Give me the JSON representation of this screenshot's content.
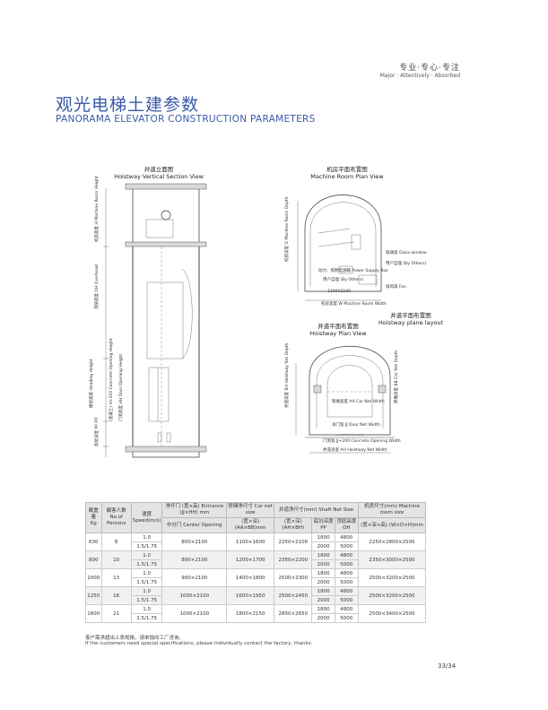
{
  "header": {
    "tagline_cn": "专业·专心·专注",
    "tagline_en": "Major · Attentively · Absorbed"
  },
  "title": {
    "cn": "观光电梯土建参数",
    "en": "PANORAMA ELEVATOR CONSTRUCTION PARAMETERS"
  },
  "drawings": {
    "vertical": {
      "cn": "井道立面图",
      "en": "Hoistway Vertical Section View"
    },
    "machine_room": {
      "cn": "机房平面布置图",
      "en": "Machine Room Plan View"
    },
    "hoistway_plane": {
      "cn": "井道平面布置图",
      "en": "Hoistway plane layout"
    },
    "hoistway_plan": {
      "cn": "井道平面布置图",
      "en": "Hoistway Plan View"
    }
  },
  "vertical_labels": {
    "mr_height": "机房高度 H Machine Room Height",
    "overhead": "顶层高度 OH Overhead",
    "floor_height": "楼层高度 Heading Height",
    "concrete": "(混凝土) H+200 Concrete Opening Height",
    "door": "门洞高度 HH Door Opening Height",
    "pit": "底坑深度 PP PIT"
  },
  "machine_labels": {
    "depth": "机房深度 D Machine Room Depth",
    "glass": "玻璃窗 Glass window",
    "others": "用户自理 (By Others)",
    "power": "动力、照明电源箱 Power Supply Box",
    "by_others": "用户自理 (By Others)",
    "fan": "排风扇 Fan",
    "hole": "1100X2100",
    "width": "机房宽度 W Machine Room Width"
  },
  "plan_labels": {
    "net_depth": "井道深度 BH Hoistway Net Depth",
    "car_depth": "轿厢深度 BB Car Net Depth",
    "car_width": "轿厢宽度 AA Car Net Width",
    "door_width": "净门宽 JJ Door Net Width",
    "concrete": "门洞宽 JJ+200 Concrete Opening Width",
    "net_width": "井道净宽 AH Hoistway Net Width"
  },
  "table": {
    "head1": [
      "载重量",
      "载客人数",
      "速度",
      "净开门 (宽×高) Entrance (JJ×HH) mm",
      "轿厢净尺寸 Car net size",
      "井道净尺寸(mm) Shaft Net Size",
      "机房尺寸(mm) Machine room size"
    ],
    "head1b": [
      "Kg",
      "No.of Persons",
      "Speed(m/s)"
    ],
    "head2": [
      "中分门 Center Opening",
      "(宽×深) (AA×BB)mm",
      "(宽×深) (AH×BH)",
      "底坑深度 PP",
      "顶层高度 OH",
      "(宽×深×高) (W×D×H)mm"
    ],
    "groups": [
      {
        "kg": "630",
        "persons": "8",
        "entrance": "800×2100",
        "car": "1100×1600",
        "shaft": "2250×2100",
        "room": "2250×2800×2500",
        "rows": [
          {
            "speed": "1.0",
            "pp": "1800",
            "oh": "4800"
          },
          {
            "speed": "1.5/1.75",
            "pp": "2000",
            "oh": "5000"
          }
        ]
      },
      {
        "kg": "800",
        "persons": "10",
        "entrance": "800×2100",
        "car": "1200×1700",
        "shaft": "2350×2200",
        "room": "2350×3000×2500",
        "rows": [
          {
            "speed": "1.0",
            "pp": "1800",
            "oh": "4800"
          },
          {
            "speed": "1.5/1.75",
            "pp": "2000",
            "oh": "5000"
          }
        ]
      },
      {
        "kg": "1000",
        "persons": "13",
        "entrance": "900×2100",
        "car": "1400×1800",
        "shaft": "2500×2300",
        "room": "2500×3200×2500",
        "rows": [
          {
            "speed": "1.0",
            "pp": "1800",
            "oh": "4800"
          },
          {
            "speed": "1.5/1.75",
            "pp": "2000",
            "oh": "5000"
          }
        ]
      },
      {
        "kg": "1250",
        "persons": "16",
        "entrance": "1000×2100",
        "car": "1600×1950",
        "shaft": "2500×2450",
        "room": "2500×3200×2500",
        "rows": [
          {
            "speed": "1.0",
            "pp": "1800",
            "oh": "4800"
          },
          {
            "speed": "1.5/1.75",
            "pp": "2000",
            "oh": "5000"
          }
        ]
      },
      {
        "kg": "1600",
        "persons": "21",
        "entrance": "1000×2100",
        "car": "1800×2150",
        "shaft": "2850×2650",
        "room": "2500×3400×2500",
        "rows": [
          {
            "speed": "1.0",
            "pp": "1800",
            "oh": "4800"
          },
          {
            "speed": "1.5/1.75",
            "pp": "2000",
            "oh": "5000"
          }
        ]
      }
    ]
  },
  "notes": {
    "cn": "客户需求超出上表规格，请单独向工厂咨询。",
    "en": "If the customers need special specifications, please individually contact the factory, thanks."
  },
  "page": "33/34"
}
